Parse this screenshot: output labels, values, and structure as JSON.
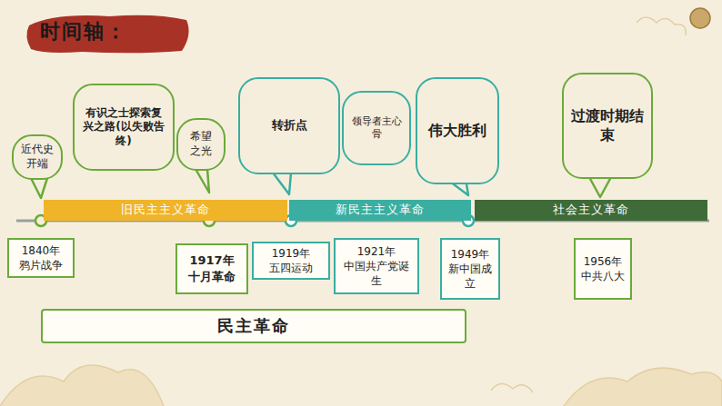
{
  "diagram": {
    "title": "时间轴：",
    "nodes": [
      {
        "text": [
          "近代史开端"
        ]
      },
      {
        "text": [
          "有识之士探索复兴之路(以失败告终)"
        ]
      },
      {
        "text": [
          "希望之光"
        ]
      },
      {
        "text": [
          "转折点"
        ]
      },
      {
        "text": [
          "领导者主心骨"
        ]
      },
      {
        "text": [
          "伟大胜利"
        ]
      },
      {
        "text": [
          "过渡时期结束"
        ]
      },
      {
        "text": [
          "旧民主主义革命"
        ]
      },
      {
        "text": [
          "新民主主义革命"
        ]
      },
      {
        "text": [
          "社会主义革命"
        ]
      },
      {
        "text": [
          "1840年",
          "鸦片战争"
        ]
      },
      {
        "text": [
          "1917年",
          "十月革命"
        ]
      },
      {
        "text": [
          "1919年",
          "五四运动"
        ]
      },
      {
        "text": [
          "1921年",
          "中国共产党诞生"
        ]
      },
      {
        "text": [
          "1949年",
          "新中国成立"
        ]
      },
      {
        "text": [
          "1956年",
          "中共八大"
        ]
      },
      {
        "text": [
          "民主革命"
        ]
      }
    ]
  }
}
